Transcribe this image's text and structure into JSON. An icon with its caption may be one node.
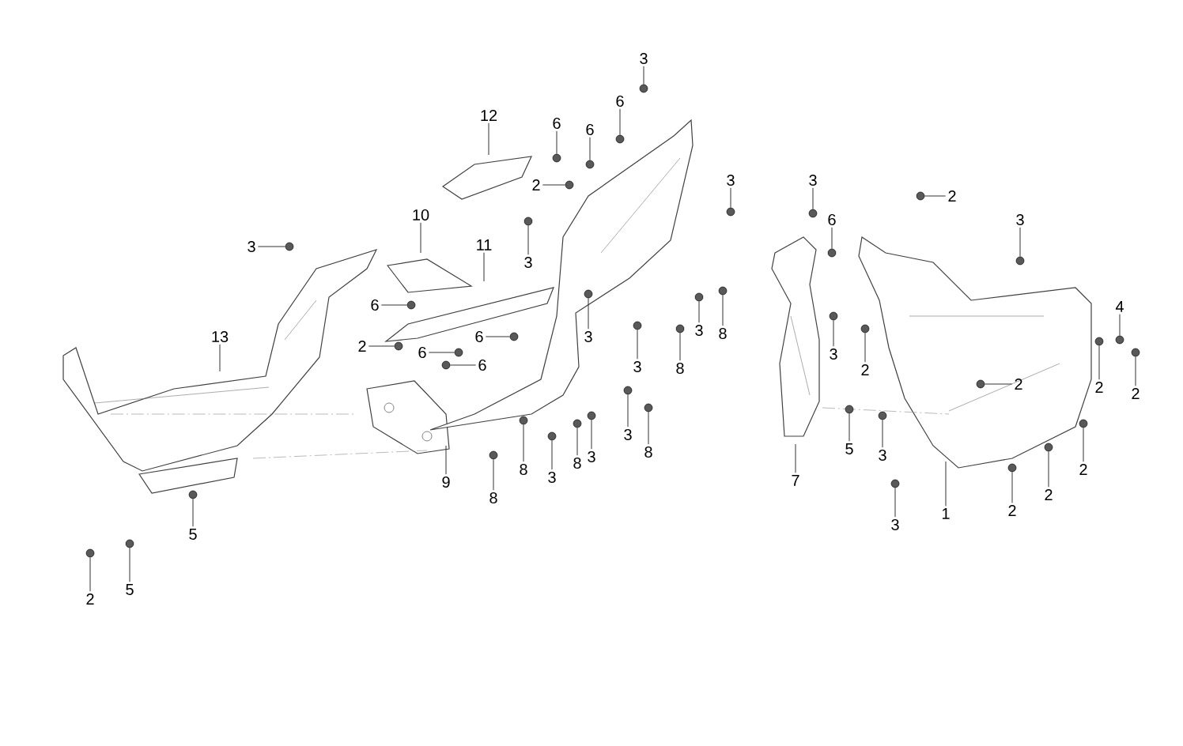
{
  "diagram": {
    "nodes": [
      {
        "text": [
          "3"
        ]
      },
      {
        "text": [
          "12"
        ]
      },
      {
        "text": [
          "6"
        ]
      },
      {
        "text": [
          "6"
        ]
      },
      {
        "text": [
          "6"
        ]
      },
      {
        "text": [
          "3"
        ]
      },
      {
        "text": [
          "3"
        ]
      },
      {
        "text": [
          "2"
        ]
      },
      {
        "text": [
          "3"
        ]
      },
      {
        "text": [
          "6"
        ]
      },
      {
        "text": [
          "2"
        ]
      },
      {
        "text": [
          "10"
        ]
      },
      {
        "text": [
          "3"
        ]
      },
      {
        "text": [
          "11"
        ]
      },
      {
        "text": [
          "3"
        ]
      },
      {
        "text": [
          "13"
        ]
      },
      {
        "text": [
          "6"
        ]
      },
      {
        "text": [
          "2"
        ]
      },
      {
        "text": [
          "6"
        ]
      },
      {
        "text": [
          "6"
        ]
      },
      {
        "text": [
          "6"
        ]
      },
      {
        "text": [
          "3"
        ]
      },
      {
        "text": [
          "3"
        ]
      },
      {
        "text": [
          "8"
        ]
      },
      {
        "text": [
          "3"
        ]
      },
      {
        "text": [
          "8"
        ]
      },
      {
        "text": [
          "3"
        ]
      },
      {
        "text": [
          "8"
        ]
      },
      {
        "text": [
          "3"
        ]
      },
      {
        "text": [
          "8"
        ]
      },
      {
        "text": [
          "3"
        ]
      },
      {
        "text": [
          "8"
        ]
      },
      {
        "text": [
          "9"
        ]
      },
      {
        "text": [
          "8"
        ]
      },
      {
        "text": [
          "2"
        ]
      },
      {
        "text": [
          "5"
        ]
      },
      {
        "text": [
          "5"
        ]
      },
      {
        "text": [
          "3"
        ]
      },
      {
        "text": [
          "2"
        ]
      },
      {
        "text": [
          "4"
        ]
      },
      {
        "text": [
          "2"
        ]
      },
      {
        "text": [
          "2"
        ]
      },
      {
        "text": [
          "2"
        ]
      },
      {
        "text": [
          "2"
        ]
      },
      {
        "text": [
          "2"
        ]
      },
      {
        "text": [
          "2"
        ]
      },
      {
        "text": [
          "1"
        ]
      },
      {
        "text": [
          "3"
        ]
      },
      {
        "text": [
          "5"
        ]
      },
      {
        "text": [
          "3"
        ]
      },
      {
        "text": [
          "7"
        ]
      },
      {
        "text": [],
        "shape": "circle"
      },
      {
        "text": [],
        "shape": "circle"
      },
      {
        "text": [],
        "shape": "circle"
      },
      {
        "text": [],
        "shape": "circle"
      },
      {
        "text": [],
        "shape": "circle"
      },
      {
        "text": [],
        "shape": "circle"
      },
      {
        "text": [],
        "shape": "circle"
      },
      {
        "text": [],
        "shape": "circle"
      },
      {
        "text": [],
        "shape": "circle"
      },
      {
        "text": [],
        "shape": "circle"
      },
      {
        "text": [],
        "shape": "circle"
      },
      {
        "text": [],
        "shape": "circle"
      },
      {
        "text": [],
        "shape": "circle"
      },
      {
        "text": [],
        "shape": "circle"
      },
      {
        "text": [],
        "shape": "circle"
      },
      {
        "text": [],
        "shape": "circle"
      },
      {
        "text": [],
        "shape": "circle"
      },
      {
        "text": [],
        "shape": "circle"
      },
      {
        "text": [],
        "shape": "circle"
      },
      {
        "text": [],
        "shape": "circle"
      },
      {
        "text": [],
        "shape": "circle"
      },
      {
        "text": [],
        "shape": "circle"
      },
      {
        "text": [],
        "shape": "circle"
      },
      {
        "text": [],
        "shape": "circle"
      },
      {
        "text": [],
        "shape": "circle"
      },
      {
        "text": [],
        "shape": "circle"
      },
      {
        "text": [],
        "shape": "circle"
      },
      {
        "text": [],
        "shape": "circle"
      },
      {
        "text": [],
        "shape": "circle"
      },
      {
        "text": [],
        "shape": "circle"
      },
      {
        "text": [],
        "shape": "circle"
      },
      {
        "text": [],
        "shape": "circle"
      },
      {
        "text": [],
        "shape": "circle"
      },
      {
        "text": [],
        "shape": "circle"
      },
      {
        "text": [],
        "shape": "circle"
      },
      {
        "text": [],
        "shape": "circle"
      },
      {
        "text": [],
        "shape": "circle"
      },
      {
        "text": [],
        "shape": "circle"
      },
      {
        "text": [],
        "shape": "circle"
      },
      {
        "text": [],
        "shape": "circle"
      },
      {
        "text": [],
        "shape": "circle"
      },
      {
        "text": [],
        "shape": "circle"
      },
      {
        "text": [],
        "shape": "circle"
      },
      {
        "text": [],
        "shape": "circle"
      }
    ],
    "edges": [
      {
        "from": 0,
        "to": 51,
        "arrow": "none"
      },
      {
        "from": 1,
        "to": null,
        "arrow": "none"
      },
      {
        "from": 2,
        "to": 52,
        "arrow": "none"
      },
      {
        "from": 3,
        "to": 53,
        "arrow": "none"
      },
      {
        "from": 4,
        "to": 54,
        "arrow": "none"
      },
      {
        "from": 5,
        "to": 55,
        "arrow": "none"
      },
      {
        "from": 6,
        "to": 56,
        "arrow": "none"
      },
      {
        "from": 7,
        "to": 57,
        "arrow": "none"
      },
      {
        "from": 8,
        "to": 58,
        "arrow": "none"
      },
      {
        "from": 9,
        "to": 59,
        "arrow": "none"
      },
      {
        "from": 10,
        "to": 60,
        "arrow": "none"
      },
      {
        "from": 11,
        "to": null,
        "arrow": "none"
      },
      {
        "from": 12,
        "to": 61,
        "arrow": "none"
      },
      {
        "from": 13,
        "to": null,
        "arrow": "none"
      },
      {
        "from": 14,
        "to": 62,
        "arrow": "none"
      },
      {
        "from": 15,
        "to": null,
        "arrow": "none"
      },
      {
        "from": 16,
        "to": 63,
        "arrow": "none"
      },
      {
        "from": 17,
        "to": 64,
        "arrow": "none"
      },
      {
        "from": 18,
        "to": 65,
        "arrow": "none"
      },
      {
        "from": 19,
        "to": 66,
        "arrow": "none"
      },
      {
        "from": 20,
        "to": 67,
        "arrow": "none"
      },
      {
        "from": 21,
        "to": 68,
        "arrow": "none"
      },
      {
        "from": 22,
        "to": 69,
        "arrow": "none"
      },
      {
        "from": 23,
        "to": 70,
        "arrow": "none"
      },
      {
        "from": 24,
        "to": 71,
        "arrow": "none"
      },
      {
        "from": 25,
        "to": 72,
        "arrow": "none"
      },
      {
        "from": 26,
        "to": 73,
        "arrow": "none"
      },
      {
        "from": 27,
        "to": 74,
        "arrow": "none"
      },
      {
        "from": 28,
        "to": 75,
        "arrow": "none"
      },
      {
        "from": 29,
        "to": 76,
        "arrow": "none"
      },
      {
        "from": 30,
        "to": 77,
        "arrow": "none"
      },
      {
        "from": 31,
        "to": 78,
        "arrow": "none"
      },
      {
        "from": 32,
        "to": null,
        "arrow": "none"
      },
      {
        "from": 33,
        "to": 79,
        "arrow": "none"
      },
      {
        "from": 34,
        "to": 80,
        "arrow": "none"
      },
      {
        "from": 35,
        "to": 81,
        "arrow": "none"
      },
      {
        "from": 36,
        "to": 82,
        "arrow": "none"
      },
      {
        "from": 37,
        "to": 83,
        "arrow": "none"
      },
      {
        "from": 38,
        "to": 84,
        "arrow": "none"
      },
      {
        "from": 39,
        "to": 85,
        "arrow": "none"
      },
      {
        "from": 40,
        "to": 86,
        "arrow": "none"
      },
      {
        "from": 41,
        "to": 87,
        "arrow": "none"
      },
      {
        "from": 42,
        "to": 88,
        "arrow": "none"
      },
      {
        "from": 43,
        "to": 89,
        "arrow": "none"
      },
      {
        "from": 44,
        "to": 90,
        "arrow": "none"
      },
      {
        "from": 45,
        "to": 91,
        "arrow": "none"
      },
      {
        "from": 46,
        "to": null,
        "arrow": "none"
      },
      {
        "from": 47,
        "to": 92,
        "arrow": "none"
      },
      {
        "from": 48,
        "to": 93,
        "arrow": "none"
      },
      {
        "from": 49,
        "to": 94,
        "arrow": "none"
      },
      {
        "from": 50,
        "to": null,
        "arrow": "none"
      }
    ]
  }
}
